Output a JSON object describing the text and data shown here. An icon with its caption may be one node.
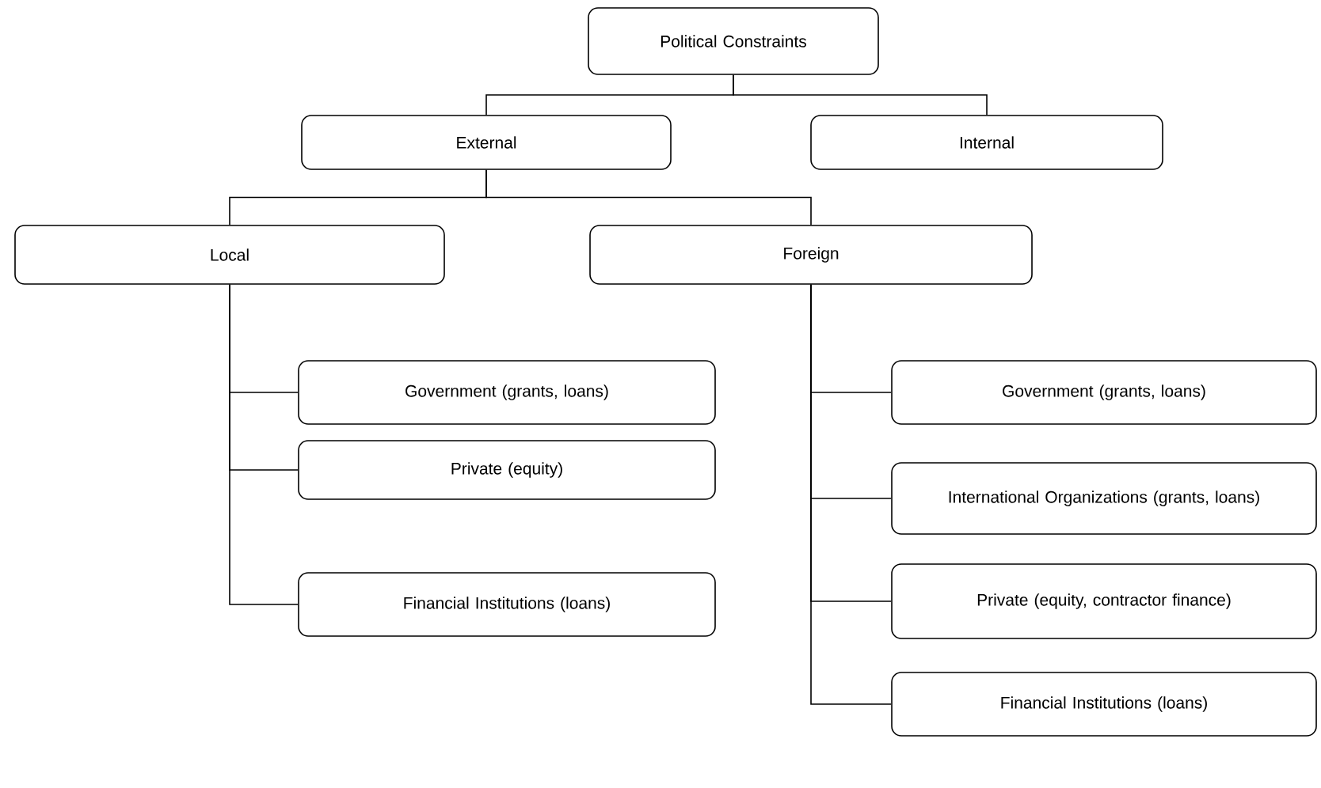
{
  "diagram": {
    "nodes": [
      {
        "text": [
          "Political Constraints"
        ]
      },
      {
        "text": [
          "External"
        ]
      },
      {
        "text": [
          "Internal"
        ]
      },
      {
        "text": [
          "Local"
        ]
      },
      {
        "text": [
          "Foreign"
        ]
      },
      {
        "text": [
          "Government (grants, loans)"
        ]
      },
      {
        "text": [
          "Private (equity)"
        ]
      },
      {
        "text": [
          "Financial Institutions (loans)"
        ]
      },
      {
        "text": [
          "Government (grants, loans)"
        ]
      },
      {
        "text": [
          "International Organizations (grants, loans)"
        ]
      },
      {
        "text": [
          "Private (equity, contractor finance)"
        ]
      },
      {
        "text": [
          "Financial Institutions (loans)"
        ]
      }
    ],
    "edges": [
      {
        "from": 0,
        "to": 1,
        "arrow": "none"
      },
      {
        "from": 0,
        "to": 2,
        "arrow": "none"
      },
      {
        "from": 1,
        "to": 3,
        "arrow": "none"
      },
      {
        "from": 1,
        "to": 4,
        "arrow": "none"
      },
      {
        "from": 3,
        "to": 5,
        "arrow": "none"
      },
      {
        "from": 3,
        "to": 6,
        "arrow": "none"
      },
      {
        "from": 3,
        "to": 7,
        "arrow": "none"
      },
      {
        "from": 4,
        "to": 8,
        "arrow": "none"
      },
      {
        "from": 4,
        "to": 9,
        "arrow": "none"
      },
      {
        "from": 4,
        "to": 10,
        "arrow": "none"
      },
      {
        "from": 4,
        "to": 11,
        "arrow": "none"
      }
    ]
  }
}
